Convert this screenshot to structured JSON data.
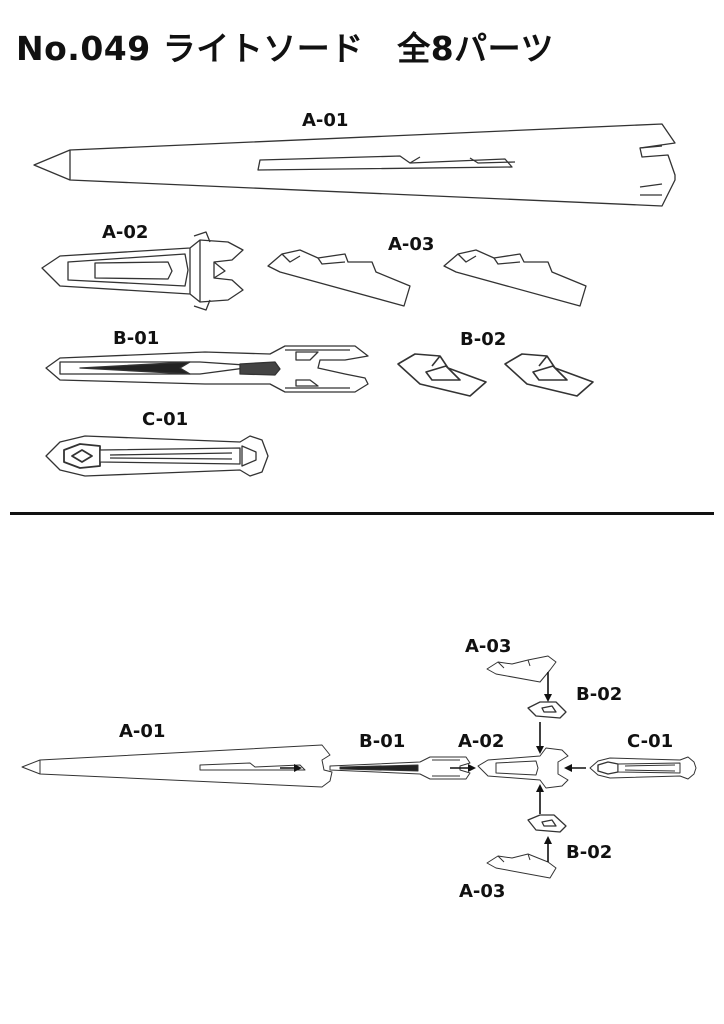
{
  "title": "No.049 ライトソード　全8パーツ",
  "parts": {
    "a01": "A-01",
    "a02": "A-02",
    "a03": "A-03",
    "b01": "B-01",
    "b02": "B-02",
    "c01": "C-01"
  }
}
